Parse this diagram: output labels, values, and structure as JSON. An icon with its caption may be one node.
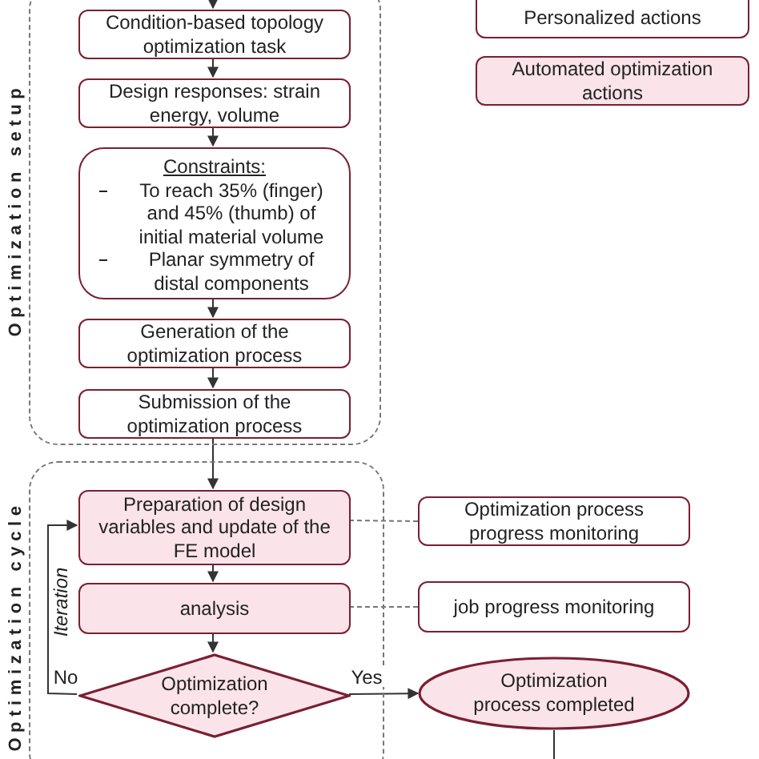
{
  "diagram": {
    "nodes": [
      {
        "text": [
          "Optimization setup"
        ]
      },
      {
        "text": [
          "Condition-based topology optimization task"
        ],
        "in": 0
      },
      {
        "text": [
          "Design responses: strain energy, volume"
        ],
        "in": 0
      },
      {
        "text": [
          "Constraints:",
          "To reach 35% (finger) and 45% (thumb) of initial material volume",
          "Planar symmetry of distal components"
        ],
        "in": 0
      },
      {
        "text": [
          "Generation of the optimization process"
        ],
        "in": 0
      },
      {
        "text": [
          "Submission of the optimization process"
        ],
        "in": 0
      },
      {
        "text": [
          "Optimization cycle"
        ]
      },
      {
        "text": [
          "Preparation of design variables and update of the FE model"
        ],
        "in": 6
      },
      {
        "text": [
          "analysis"
        ],
        "in": 6
      },
      {
        "text": [
          "Optimization complete?"
        ],
        "in": 6
      },
      {
        "text": [
          "Optimization process progress monitoring"
        ]
      },
      {
        "text": [
          "job progress monitoring"
        ]
      },
      {
        "text": [
          "Optimization process completed"
        ]
      }
    ],
    "edges": [
      {
        "from": null,
        "to": 1,
        "arrow": "to"
      },
      {
        "from": 1,
        "to": 2,
        "arrow": "to"
      },
      {
        "from": 2,
        "to": 3,
        "arrow": "to"
      },
      {
        "from": 3,
        "to": 4,
        "arrow": "to"
      },
      {
        "from": 4,
        "to": 5,
        "arrow": "to"
      },
      {
        "from": 5,
        "to": 7,
        "arrow": "to"
      },
      {
        "from": 7,
        "to": 8,
        "arrow": "to"
      },
      {
        "from": 8,
        "to": 9,
        "arrow": "to"
      },
      {
        "from": 9,
        "to": 12,
        "arrow": "to",
        "label": "Yes"
      },
      {
        "from": 9,
        "to": 7,
        "arrow": "to",
        "label": "No"
      },
      {
        "from": 7,
        "to": 10,
        "arrow": "none",
        "style": "dashed"
      },
      {
        "from": 8,
        "to": 11,
        "arrow": "none",
        "style": "dashed"
      },
      {
        "from": 12,
        "to": null,
        "arrow": "none"
      }
    ],
    "labels": [
      "Iteration"
    ],
    "legend": [
      {
        "text": "Personalized actions",
        "color": "#ffffff"
      },
      {
        "text": "Automated optimization actions",
        "color": "#fbe3ea"
      }
    ]
  }
}
